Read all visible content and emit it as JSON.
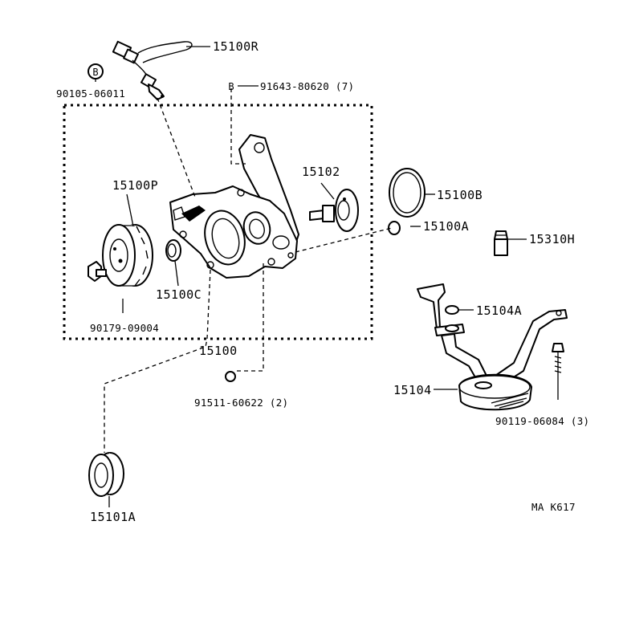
{
  "labels": {
    "sensor": "15100R",
    "bolt_sensor": "90105-06011",
    "bolt_body": "91643-80620 (7)",
    "rotor_outer": "15100P",
    "drive_gear": "15102",
    "oring": "15100B",
    "plug": "15100A",
    "relief_valve": "15310H",
    "seal_small": "15100C",
    "plug_bolt": "90179-09004",
    "pump_assy": "15100",
    "bolt_lower": "91511-60622 (2)",
    "gasket_strainer": "15104A",
    "strainer": "15104",
    "bolt_strainer": "90119-06084 (3)",
    "seal_large": "15101A",
    "figure_code": "MA K617"
  },
  "markers": {
    "bolt_marker": "B"
  }
}
